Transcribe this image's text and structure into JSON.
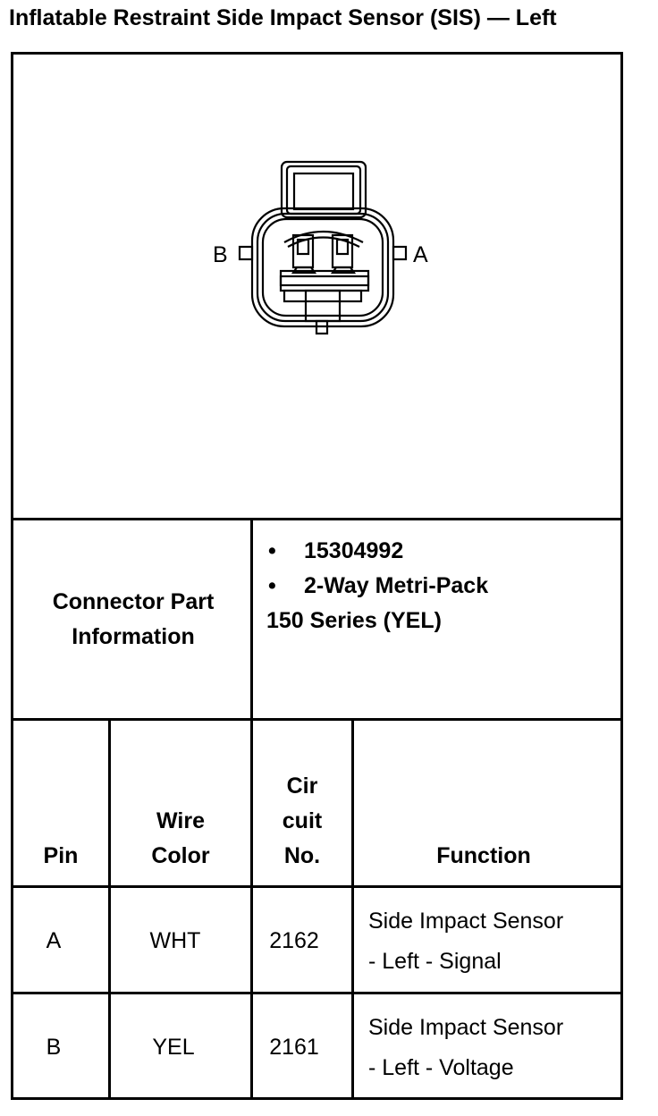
{
  "title": "Inflatable Restraint Side Impact Sensor (SIS) — Left",
  "connector": {
    "pin_labels": {
      "left": "B",
      "right": "A"
    }
  },
  "connector_part_information": {
    "label_line1": "Connector Part",
    "label_line2": "Information",
    "bullets": [
      "15304992",
      "2-Way Metri-Pack"
    ],
    "continuation": "150 Series (YEL)",
    "bullet_symbol": "•"
  },
  "table": {
    "headers": {
      "pin": "Pin",
      "wire_color_line1": "Wire",
      "wire_color_line2": "Color",
      "circuit_line1": "Cir",
      "circuit_line2": "cuit",
      "circuit_line3": "No.",
      "function": "Function"
    },
    "rows": [
      {
        "pin": "A",
        "wire_color": "WHT",
        "circuit": "2162",
        "function_line1": "Side Impact Sensor",
        "function_line2": "- Left - Signal"
      },
      {
        "pin": "B",
        "wire_color": "YEL",
        "circuit": "2161",
        "function_line1": "Side Impact Sensor",
        "function_line2": "- Left - Voltage"
      }
    ]
  }
}
